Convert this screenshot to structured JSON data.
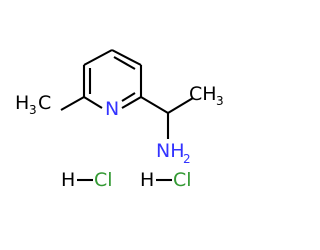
{
  "molecule": {
    "atoms": {
      "methyl_left": {
        "symbol": "H",
        "count": "3",
        "tail": "C"
      },
      "ring_nitrogen": "N",
      "methyl_right": "CH",
      "methyl_right_count": "3",
      "amine": {
        "symbol": "NH",
        "count": "2"
      }
    },
    "salts": [
      {
        "h": "H",
        "cl": "Cl"
      },
      {
        "h": "H",
        "cl": "Cl"
      }
    ],
    "colors": {
      "nitrogen": "#3333ff",
      "chlorine": "#339933",
      "carbon_hydrogen": "#000000",
      "bond": "#000000"
    }
  }
}
